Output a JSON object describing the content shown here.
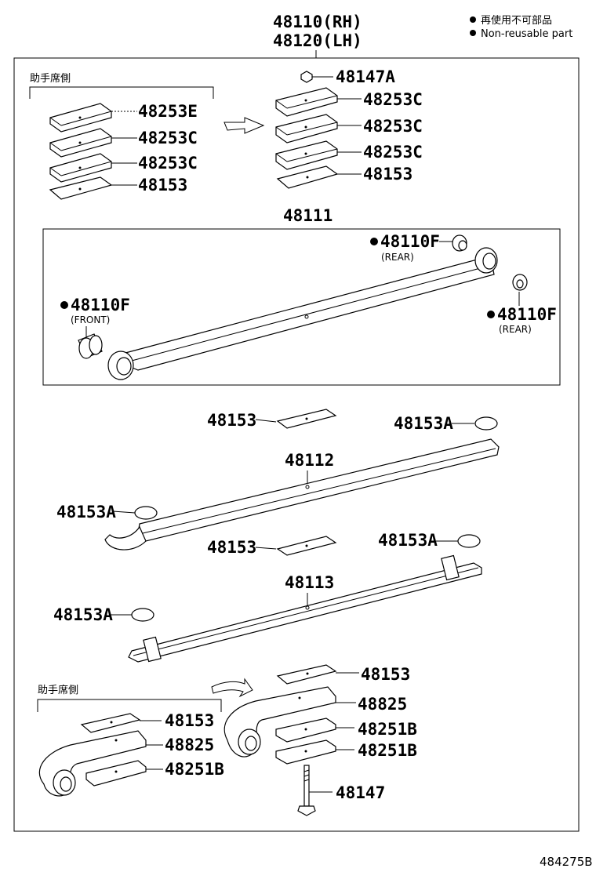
{
  "title": {
    "rh": "48110(RH)",
    "lh": "48120(LH)"
  },
  "legend": {
    "jp": "再使用不可部品",
    "en": "Non-reusable part"
  },
  "passenger_side_label": "助手席側",
  "top_left_labels": [
    "48253E",
    "48253C",
    "48253C",
    "48153"
  ],
  "top_right_labels": [
    "48147A",
    "48253C",
    "48253C",
    "48253C",
    "48153"
  ],
  "main_leaf": {
    "number": "48111",
    "bushing_rear_top": {
      "part": "48110F",
      "note": "(REAR)"
    },
    "bushing_front": {
      "part": "48110F",
      "note": "(FRONT)"
    },
    "bushing_rear_right": {
      "part": "48110F",
      "note": "(REAR)"
    }
  },
  "leaf2": {
    "number": "48112",
    "pad_top": "48153",
    "cap_right": "48153A",
    "cap_left": "48153A"
  },
  "leaf3": {
    "number": "48113",
    "pad_top": "48153",
    "cap_right": "48153A",
    "cap_left": "48153A"
  },
  "bottom_left_labels": [
    "48153",
    "48825",
    "48251B"
  ],
  "bottom_right_labels": [
    "48153",
    "48825",
    "48251B",
    "48251B",
    "48147"
  ],
  "diagram_code": "484275B"
}
